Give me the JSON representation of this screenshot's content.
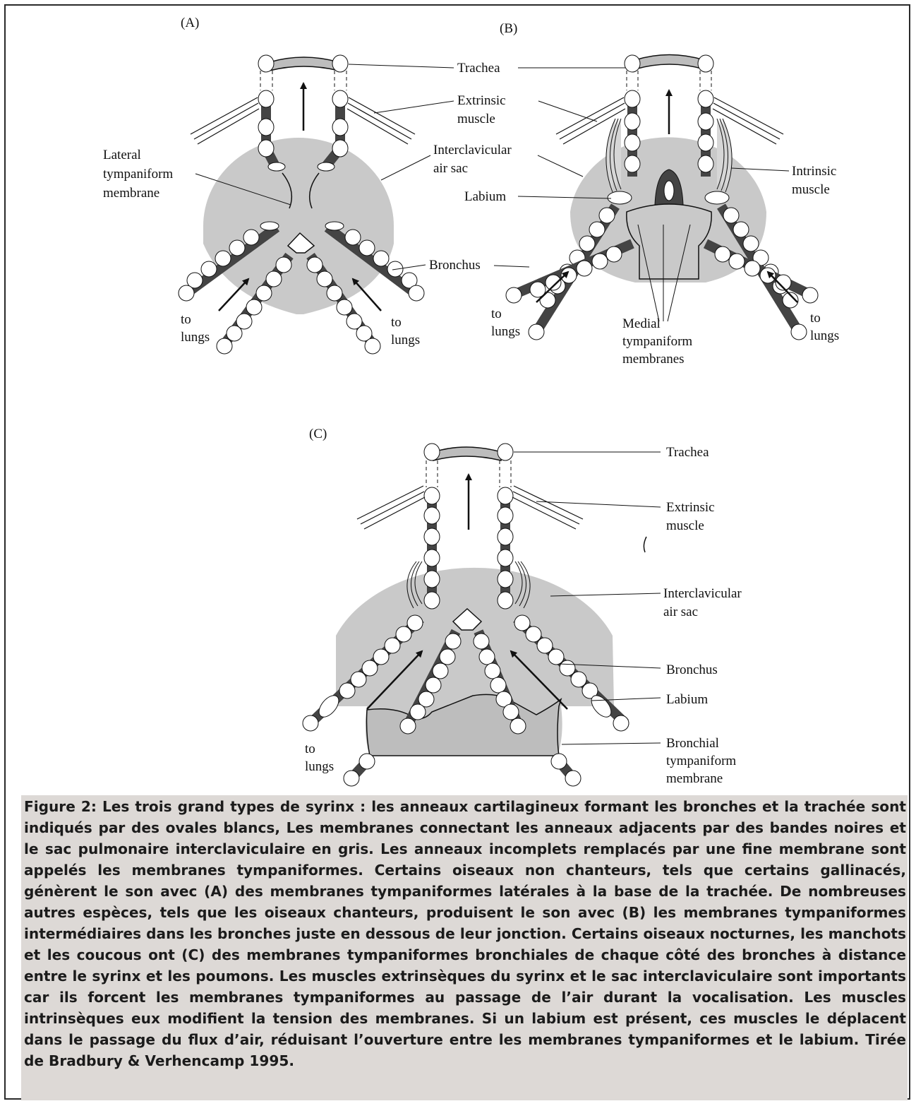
{
  "panels": {
    "a": {
      "label": "(A)",
      "trachea": "Trachea",
      "extrinsic_muscle": [
        "Extrinsic",
        "muscle"
      ],
      "lateral_membrane": [
        "Lateral",
        "tympaniform",
        "membrane"
      ],
      "air_sac": [
        "Interclavicular",
        "air sac"
      ],
      "bronchus": "Bronchus",
      "to_lungs_left": [
        "to",
        "lungs"
      ],
      "to_lungs_right": [
        "to",
        "lungs"
      ]
    },
    "b": {
      "label": "(B)",
      "intrinsic_muscle": [
        "Intrinsic",
        "muscle"
      ],
      "labium": "Labium",
      "medial_membranes": [
        "Medial",
        "tympaniform",
        "membranes"
      ],
      "to_lungs_left": [
        "to",
        "lungs"
      ],
      "to_lungs_right": [
        "to",
        "lungs"
      ]
    },
    "c": {
      "label": "(C)",
      "trachea": "Trachea",
      "extrinsic_muscle": [
        "Extrinsic",
        "muscle"
      ],
      "air_sac": [
        "Interclavicular",
        "air sac"
      ],
      "bronchus": "Bronchus",
      "labium": "Labium",
      "bronchial_membrane": [
        "Bronchial",
        "tympaniform",
        "membrane"
      ],
      "to_lungs": [
        "to",
        "lungs"
      ]
    }
  },
  "caption": "Figure 2: Les trois grand types de syrinx : les anneaux cartilagineux formant les bronches et la trachée sont indiqués par des ovales blancs, Les membranes connectant les anneaux adjacents par des bandes noires et le sac pulmonaire interclaviculaire en gris. Les anneaux incomplets remplacés par une fine membrane sont appelés les membranes tympaniformes. Certains oiseaux non chanteurs, tels que certains gallinacés, génèrent le son avec (A) des membranes tympaniformes latérales à la base de la trachée. De nombreuses autres espèces, tels que les oiseaux chanteurs, produisent le son avec (B) les membranes tympaniformes intermédiaires dans les bronches juste en dessous de leur jonction. Certains oiseaux nocturnes, les manchots et les coucous ont (C) des membranes tympaniformes bronchiales de chaque côté des bronches à distance entre le syrinx et les poumons. Les muscles extrinsèques du syrinx et le sac interclaviculaire sont importants car ils forcent les membranes tympaniformes au passage de l’air durant la vocalisation. Les muscles intrinsèques eux modifient la tension des membranes. Si un labium est présent, ces muscles le déplacent dans le passage du flux d’air, réduisant l’ouverture entre les membranes tympaniformes et le labium. Tirée de Bradbury & Verhencamp 1995.",
  "colors": {
    "air_sac": "#c9c9c9",
    "membrane_band": "#444444",
    "ring": "#ffffff",
    "caption_bg": "#ddd9d6"
  }
}
